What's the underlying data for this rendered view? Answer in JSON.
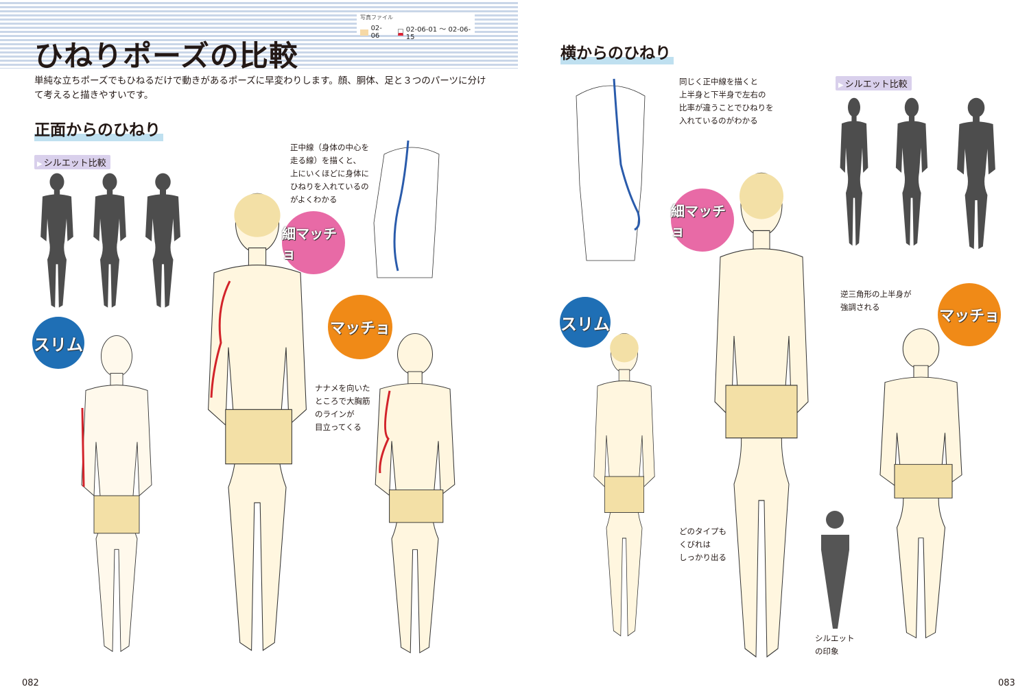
{
  "header": {
    "file_label": "写真ファイル",
    "folder": "02-06",
    "files": "02-06-01 ～ 02-06-15"
  },
  "left": {
    "title": "ひねりポーズの比較",
    "lead": "単純な立ちポーズでもひねるだけで動きがあるポーズに早変わりします。顔、胴体、足と３つのパーツに分けて考えると描きやすいです。",
    "section": "正面からのひねり",
    "silhouette_tag": "シルエット比較",
    "note_center": [
      "正中線（身体の中心を",
      "走る線）を描くと、",
      "上にいくほどに身体に",
      "ひねりを入れているの",
      "がよくわかる"
    ],
    "note_chest": [
      "ナナメを向いた",
      "ところで大胸筋",
      "のラインが",
      "目立ってくる"
    ],
    "labels": {
      "slim": "スリム",
      "hoso": "細マッチョ",
      "macho": "マッチョ"
    },
    "page": "082"
  },
  "right": {
    "section": "横からのひねり",
    "silhouette_tag": "シルエット比較",
    "note_back": [
      "同じく正中線を描くと",
      "上半身と下半身で左右の",
      "比率が違うことでひねりを",
      "入れているのがわかる"
    ],
    "note_triangle": [
      "逆三角形の上半身が",
      "強調される"
    ],
    "note_waist": [
      "どのタイプも",
      "くびれは",
      "しっかり出る"
    ],
    "note_impression": [
      "シルエット",
      "の印象"
    ],
    "labels": {
      "slim": "スリム",
      "hoso": "細マッチョ",
      "macho": "マッチョ"
    },
    "page": "083"
  },
  "colors": {
    "skin": "#f3e0a6",
    "silhouette": "#4d4d4d",
    "slim": "#1f6fb5",
    "hoso": "#e86aa6",
    "macho": "#f08a17",
    "band": "#c9d6e8"
  }
}
